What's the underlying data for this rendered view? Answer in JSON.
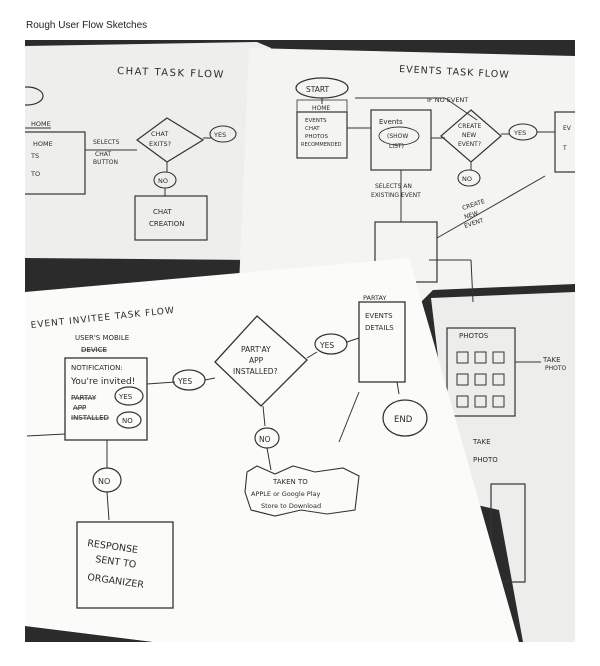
{
  "page": {
    "title": "Rough User Flow Sketches"
  },
  "sheets": {
    "chat": {
      "title": "CHAT TASK FLOW",
      "labels": {
        "home": "HOME",
        "box_lines": [
          "HOME",
          "TS",
          "TO"
        ],
        "selects_chat_button": [
          "SELECTS",
          "CHAT",
          "BUTTON"
        ],
        "chat_exists": [
          "CHAT",
          "EXITS?"
        ],
        "yes": "YES",
        "no": "NO",
        "chat_creation": [
          "CHAT",
          "CREATION"
        ]
      }
    },
    "events": {
      "title": "EVENTS TASK FLOW",
      "labels": {
        "start": "START",
        "home": "HOME",
        "home_list": [
          "EVENTS",
          "CHAT",
          "PHOTOS",
          "RECOMMENDED"
        ],
        "if_no_event": "IF NO EVENT",
        "events_show_list": [
          "Events",
          "(SHOW",
          "LIST)"
        ],
        "create_new_event": [
          "CREATE",
          "NEW",
          "EVENT?"
        ],
        "yes": "YES",
        "no": "NO",
        "selects_existing": [
          "SELECTS AN",
          "EXISTING EVENT"
        ],
        "create_new_event_note": [
          "CREATE",
          "NEW",
          "EVENT"
        ],
        "ev_box": [
          "EV",
          "T"
        ]
      }
    },
    "invitee": {
      "title": "EVENT INVITEE TASK FLOW",
      "labels": {
        "users_mobile": [
          "USER'S MOBILE",
          "DEVICE"
        ],
        "notification": [
          "NOTIFICATION:",
          "You're invited!",
          "PARTAY",
          "APP",
          "INSTALLED"
        ],
        "yes": "YES",
        "no": "NO",
        "partay_installed": [
          "PART'AY",
          "APP",
          "INSTALLED?"
        ],
        "partay": "PARTAY",
        "event_details": [
          "EVENTS",
          "DETAILS"
        ],
        "end": "END",
        "taken_to": [
          "TAKEN TO",
          "APPLE or Google Play",
          "Store to Download"
        ],
        "response": [
          "RESPONSE",
          "SENT TO",
          "ORGANIZER"
        ]
      }
    },
    "photos": {
      "title": "PHOTOS",
      "labels": {
        "take_photo": [
          "TAKE",
          "PHOTO"
        ],
        "take_photo_side": [
          "TAKE",
          "PHOTO"
        ]
      }
    }
  }
}
